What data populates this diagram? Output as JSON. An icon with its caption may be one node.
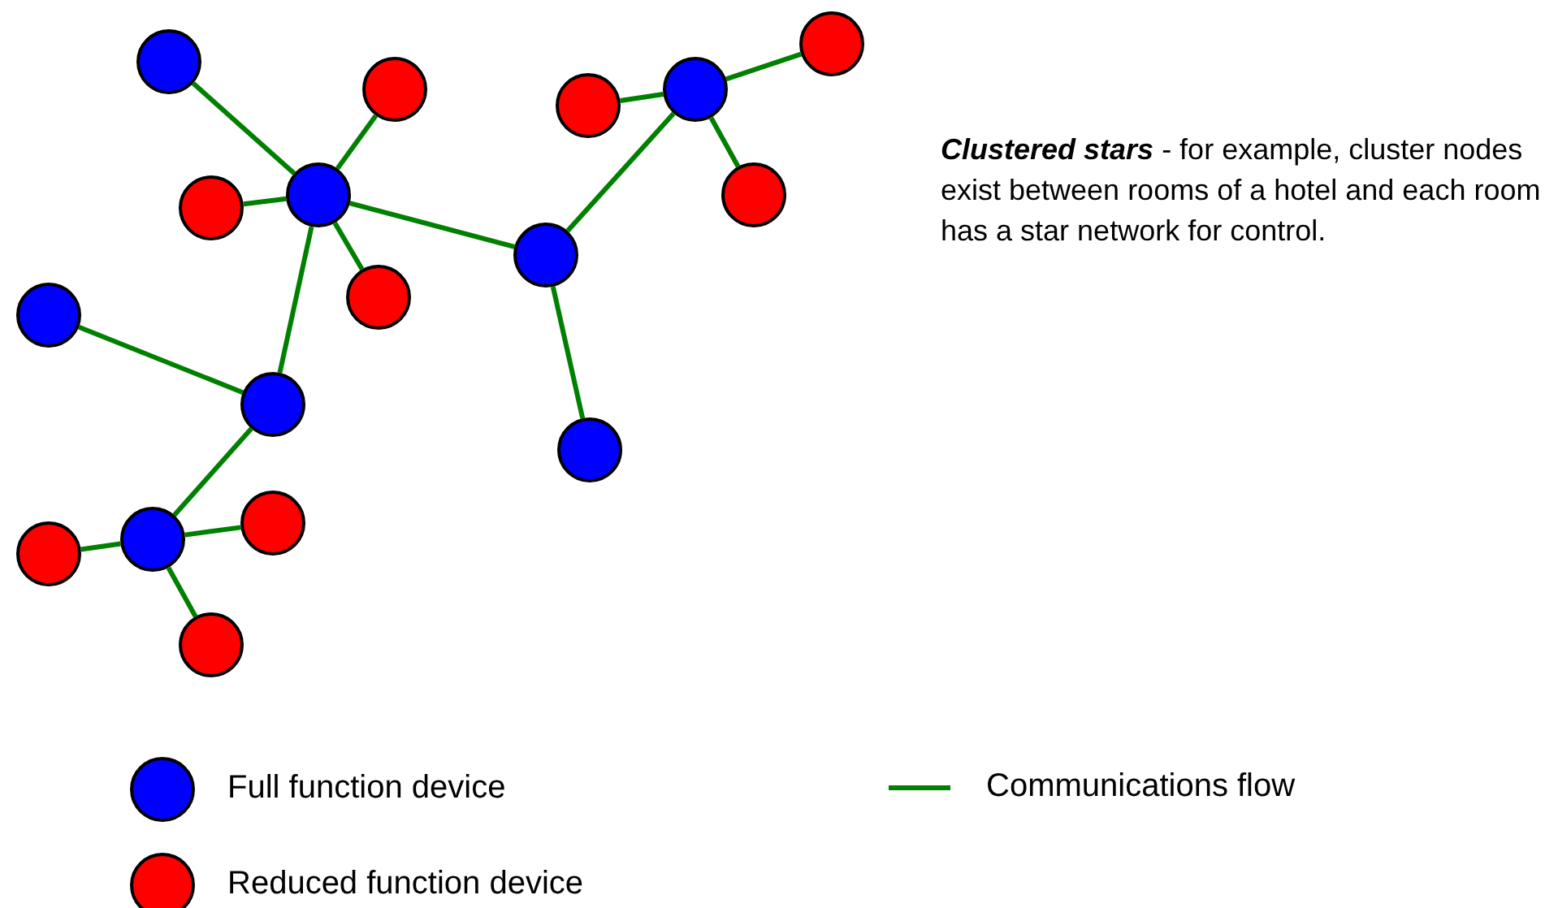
{
  "diagram": {
    "nodes": [
      {
        "text": [],
        "shape": "circle"
      },
      {
        "text": [],
        "shape": "circle"
      },
      {
        "text": [],
        "shape": "circle"
      },
      {
        "text": [],
        "shape": "circle"
      },
      {
        "text": [],
        "shape": "circle"
      },
      {
        "text": [],
        "shape": "circle"
      },
      {
        "text": [],
        "shape": "circle"
      },
      {
        "text": [],
        "shape": "circle"
      },
      {
        "text": [],
        "shape": "circle"
      },
      {
        "text": [],
        "shape": "circle"
      },
      {
        "text": [],
        "shape": "circle"
      },
      {
        "text": [],
        "shape": "circle"
      },
      {
        "text": [],
        "shape": "circle"
      },
      {
        "text": [],
        "shape": "circle"
      },
      {
        "text": [],
        "shape": "circle"
      },
      {
        "text": [],
        "shape": "circle"
      },
      {
        "text": [],
        "shape": "circle"
      }
    ],
    "edges": [
      {
        "from": 5,
        "to": 1,
        "arrow": "none"
      },
      {
        "from": 5,
        "to": 3,
        "arrow": "none"
      },
      {
        "from": 5,
        "to": 7,
        "arrow": "none"
      },
      {
        "from": 5,
        "to": 9,
        "arrow": "none"
      },
      {
        "from": 5,
        "to": 8,
        "arrow": "none"
      },
      {
        "from": 5,
        "to": 11,
        "arrow": "none"
      },
      {
        "from": 8,
        "to": 2,
        "arrow": "none"
      },
      {
        "from": 8,
        "to": 12,
        "arrow": "none"
      },
      {
        "from": 2,
        "to": 4,
        "arrow": "none"
      },
      {
        "from": 2,
        "to": 0,
        "arrow": "none"
      },
      {
        "from": 2,
        "to": 6,
        "arrow": "none"
      },
      {
        "from": 11,
        "to": 10,
        "arrow": "none"
      },
      {
        "from": 11,
        "to": 14,
        "arrow": "none"
      },
      {
        "from": 14,
        "to": 15,
        "arrow": "none"
      },
      {
        "from": 14,
        "to": 13,
        "arrow": "none"
      },
      {
        "from": 14,
        "to": 16,
        "arrow": "none"
      }
    ],
    "labels": [
      "**Clustered stars** - for example, cluster nodes exist between rooms of a hotel and each room has a star network for control."
    ],
    "legend": [
      {
        "text": "Full function device",
        "color": "#0000ff"
      },
      {
        "text": "Communications flow"
      },
      {
        "text": "Reduced function device",
        "color": "#ff0000"
      }
    ]
  }
}
